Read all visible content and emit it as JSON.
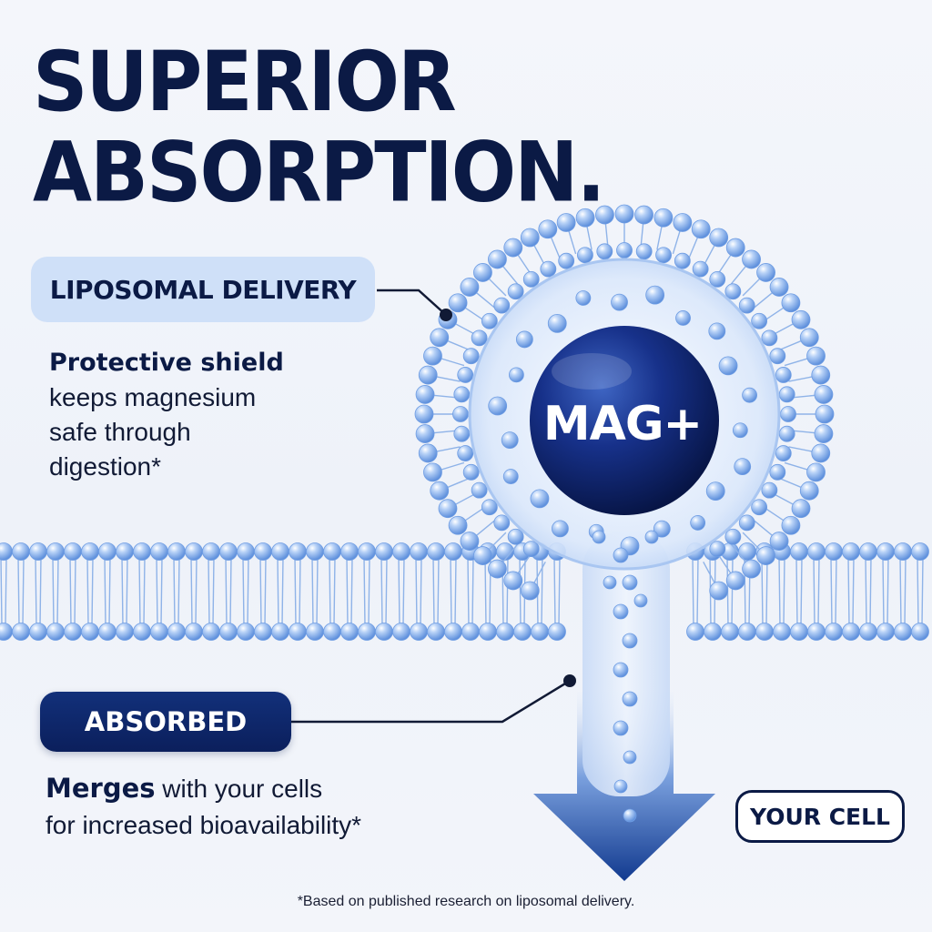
{
  "headline": {
    "line1": "SUPERIOR",
    "line2": "ABSORPTION."
  },
  "liposomal": {
    "pill": "LIPOSOMAL DELIVERY",
    "strong": "Protective shield",
    "lines": [
      "keeps magnesium",
      "safe through",
      "digestion*"
    ]
  },
  "absorbed": {
    "pill": "ABSORBED",
    "strong": "Merges",
    "line1_rest": " with your cells",
    "line2": "for increased bioavailability*"
  },
  "core_label": "MAG+",
  "cell_label": "YOUR CELL",
  "footnote": "*Based on published research on liposomal delivery.",
  "colors": {
    "navy": "#0b1a45",
    "bubble": "#8fb6ee",
    "pill_light": "#cfe0f8"
  }
}
